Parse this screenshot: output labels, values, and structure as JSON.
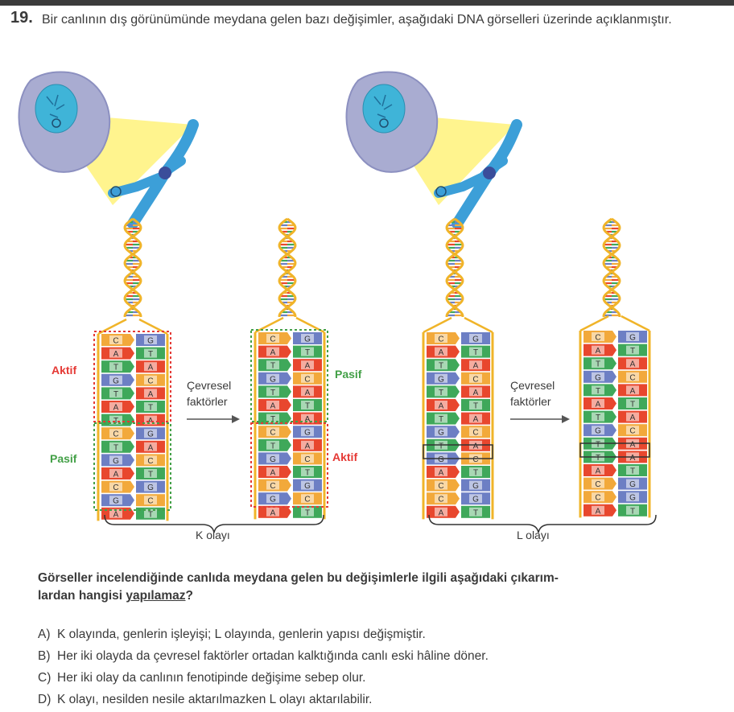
{
  "question": {
    "number": "19.",
    "text": "Bir canlının dış görünümünde meydana gelen bazı değişimler, aşağıdaki DNA görselleri üzerinde açıklanmıştır."
  },
  "figure": {
    "k_panel": {
      "before_labels": [
        "Aktif",
        "Pasif"
      ],
      "after_labels": [
        "Pasif",
        "Aktif"
      ],
      "arrow_label_1": "Çevresel",
      "arrow_label_2": "faktörler",
      "caption": "K olayı",
      "before_pairs": [
        [
          "C",
          "G"
        ],
        [
          "A",
          "T"
        ],
        [
          "T",
          "A"
        ],
        [
          "G",
          "C"
        ],
        [
          "T",
          "A"
        ],
        [
          "A",
          "T"
        ],
        [
          "T",
          "A"
        ],
        [
          "C",
          "G"
        ],
        [
          "T",
          "A"
        ],
        [
          "G",
          "C"
        ],
        [
          "A",
          "T"
        ],
        [
          "C",
          "G"
        ],
        [
          "G",
          "C"
        ],
        [
          "A",
          "T"
        ]
      ],
      "after_pairs": [
        [
          "C",
          "G"
        ],
        [
          "A",
          "T"
        ],
        [
          "T",
          "A"
        ],
        [
          "G",
          "C"
        ],
        [
          "T",
          "A"
        ],
        [
          "A",
          "T"
        ],
        [
          "T",
          "A"
        ],
        [
          "C",
          "G"
        ],
        [
          "T",
          "A"
        ],
        [
          "G",
          "C"
        ],
        [
          "A",
          "T"
        ],
        [
          "C",
          "G"
        ],
        [
          "G",
          "C"
        ],
        [
          "A",
          "T"
        ]
      ]
    },
    "l_panel": {
      "arrow_label_1": "Çevresel",
      "arrow_label_2": "faktörler",
      "caption": "L olayı",
      "before_pairs": [
        [
          "C",
          "G"
        ],
        [
          "A",
          "T"
        ],
        [
          "T",
          "A"
        ],
        [
          "G",
          "C"
        ],
        [
          "T",
          "A"
        ],
        [
          "A",
          "T"
        ],
        [
          "T",
          "A"
        ],
        [
          "G",
          "C"
        ],
        [
          "T",
          "A"
        ],
        [
          "G",
          "C"
        ],
        [
          "A",
          "T"
        ],
        [
          "C",
          "G"
        ],
        [
          "C",
          "G"
        ],
        [
          "A",
          "T"
        ]
      ],
      "after_pairs": [
        [
          "C",
          "G"
        ],
        [
          "A",
          "T"
        ],
        [
          "T",
          "A"
        ],
        [
          "G",
          "C"
        ],
        [
          "T",
          "A"
        ],
        [
          "A",
          "T"
        ],
        [
          "T",
          "A"
        ],
        [
          "G",
          "C"
        ],
        [
          "T",
          "A"
        ],
        [
          "T",
          "A"
        ],
        [
          "A",
          "T"
        ],
        [
          "C",
          "G"
        ],
        [
          "C",
          "G"
        ],
        [
          "A",
          "T"
        ]
      ]
    },
    "colors": {
      "A": "#e8472e",
      "T": "#3fa85a",
      "G": "#6d7fc4",
      "C": "#f2a93b",
      "backbone": "#f0b429",
      "aktif_box": "#e53935",
      "pasif_box": "#43a047",
      "cell": "#9fa3c7",
      "nucleus": "#3fb4d8",
      "beam": "#fff27a",
      "chromosome": "#3c9fd8"
    }
  },
  "prompt": {
    "pre": "Görseller incelendiğinde canlıda meydana gelen bu değişimlerle ilgili aşağıdaki çıkarım-",
    "line2_pre": "lardan hangisi ",
    "underlined": "yapılamaz",
    "post": "?"
  },
  "options": [
    {
      "letter": "A)",
      "text": "K olayında, genlerin işleyişi; L olayında, genlerin yapısı değişmiştir."
    },
    {
      "letter": "B)",
      "text": "Her iki olayda da çevresel faktörler ortadan kalktığında canlı eski hâline döner."
    },
    {
      "letter": "C)",
      "text": "Her iki olay da canlının fenotipinde değişime sebep olur."
    },
    {
      "letter": "D)",
      "text": "K olayı, nesilden nesile aktarılmazken L olayı aktarılabilir."
    }
  ]
}
